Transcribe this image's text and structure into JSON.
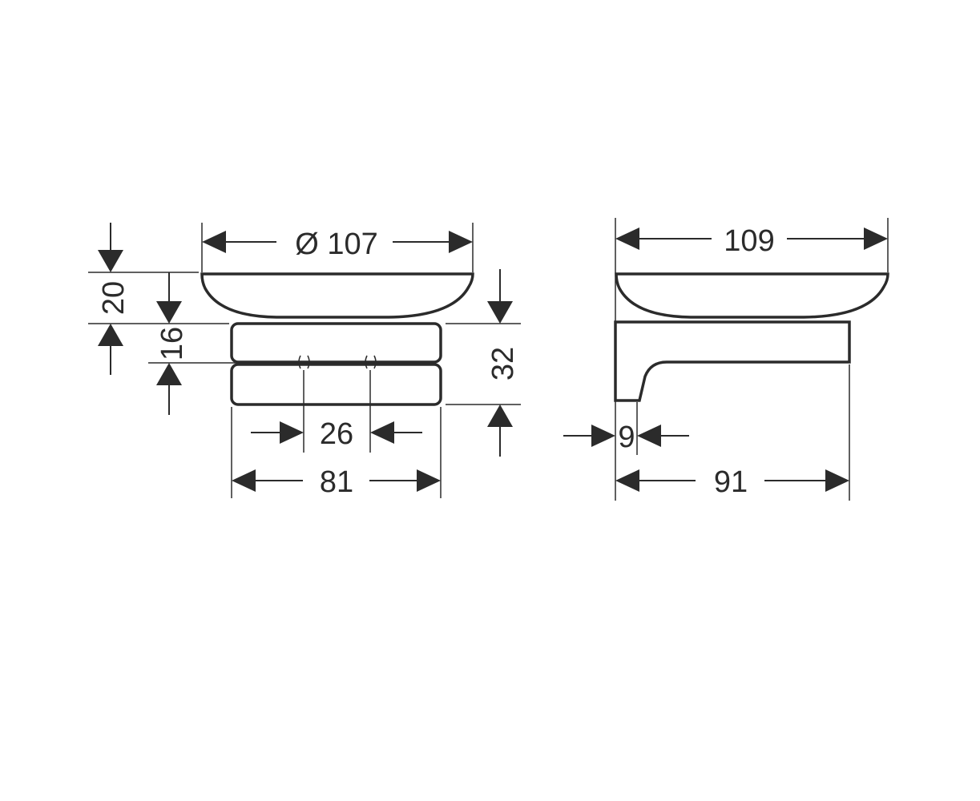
{
  "front_view": {
    "diameter_label": "Ø 107",
    "top_height_label": "20",
    "bracket_height_label": "16",
    "total_height_label": "32",
    "screw_spacing_label": "26",
    "width_label": "81"
  },
  "side_view": {
    "width_label": "109",
    "wall_offset_label": "9",
    "depth_label": "91"
  }
}
